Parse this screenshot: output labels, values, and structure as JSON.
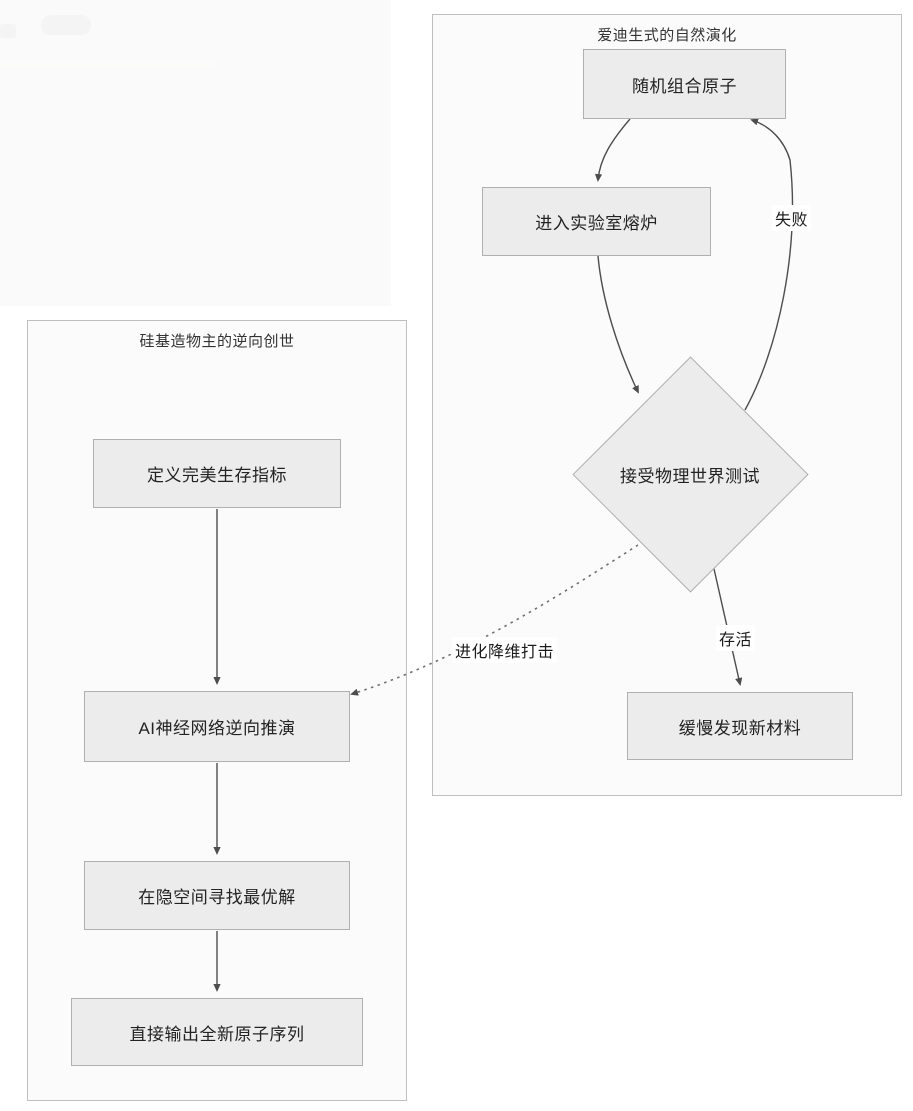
{
  "diagram": {
    "type": "flowchart",
    "background_color": "#ffffff",
    "node_fill": "#ececec",
    "node_stroke": "#b0b0b0",
    "panel_fill": "#fbfbfb",
    "panel_stroke": "#bfbfbf",
    "panels": [
      {
        "id": "right-panel",
        "title": "爱迪生式的自然演化",
        "nodes": [
          {
            "id": "random-atoms",
            "label": "随机组合原子",
            "shape": "rect"
          },
          {
            "id": "enter-furnace",
            "label": "进入实验室熔炉",
            "shape": "rect"
          },
          {
            "id": "physical-test",
            "label": "接受物理世界测试",
            "shape": "diamond"
          },
          {
            "id": "slow-discovery",
            "label": "缓慢发现新材料",
            "shape": "rect"
          }
        ],
        "edge_labels": [
          {
            "id": "fail",
            "label": "失败"
          },
          {
            "id": "survive",
            "label": "存活"
          }
        ]
      },
      {
        "id": "left-panel",
        "title": "硅基造物主的逆向创世",
        "nodes": [
          {
            "id": "define-metrics",
            "label": "定义完美生存指标",
            "shape": "rect"
          },
          {
            "id": "ai-inverse",
            "label": "AI神经网络逆向推演",
            "shape": "rect"
          },
          {
            "id": "latent-search",
            "label": "在隐空间寻找最优解",
            "shape": "rect"
          },
          {
            "id": "output-sequence",
            "label": "直接输出全新原子序列",
            "shape": "rect"
          }
        ],
        "edge_labels": []
      }
    ],
    "cross_edge": {
      "id": "dimension-strike",
      "label": "进化降维打击",
      "style": "dotted",
      "from": "physical-test",
      "to": "ai-inverse"
    }
  }
}
